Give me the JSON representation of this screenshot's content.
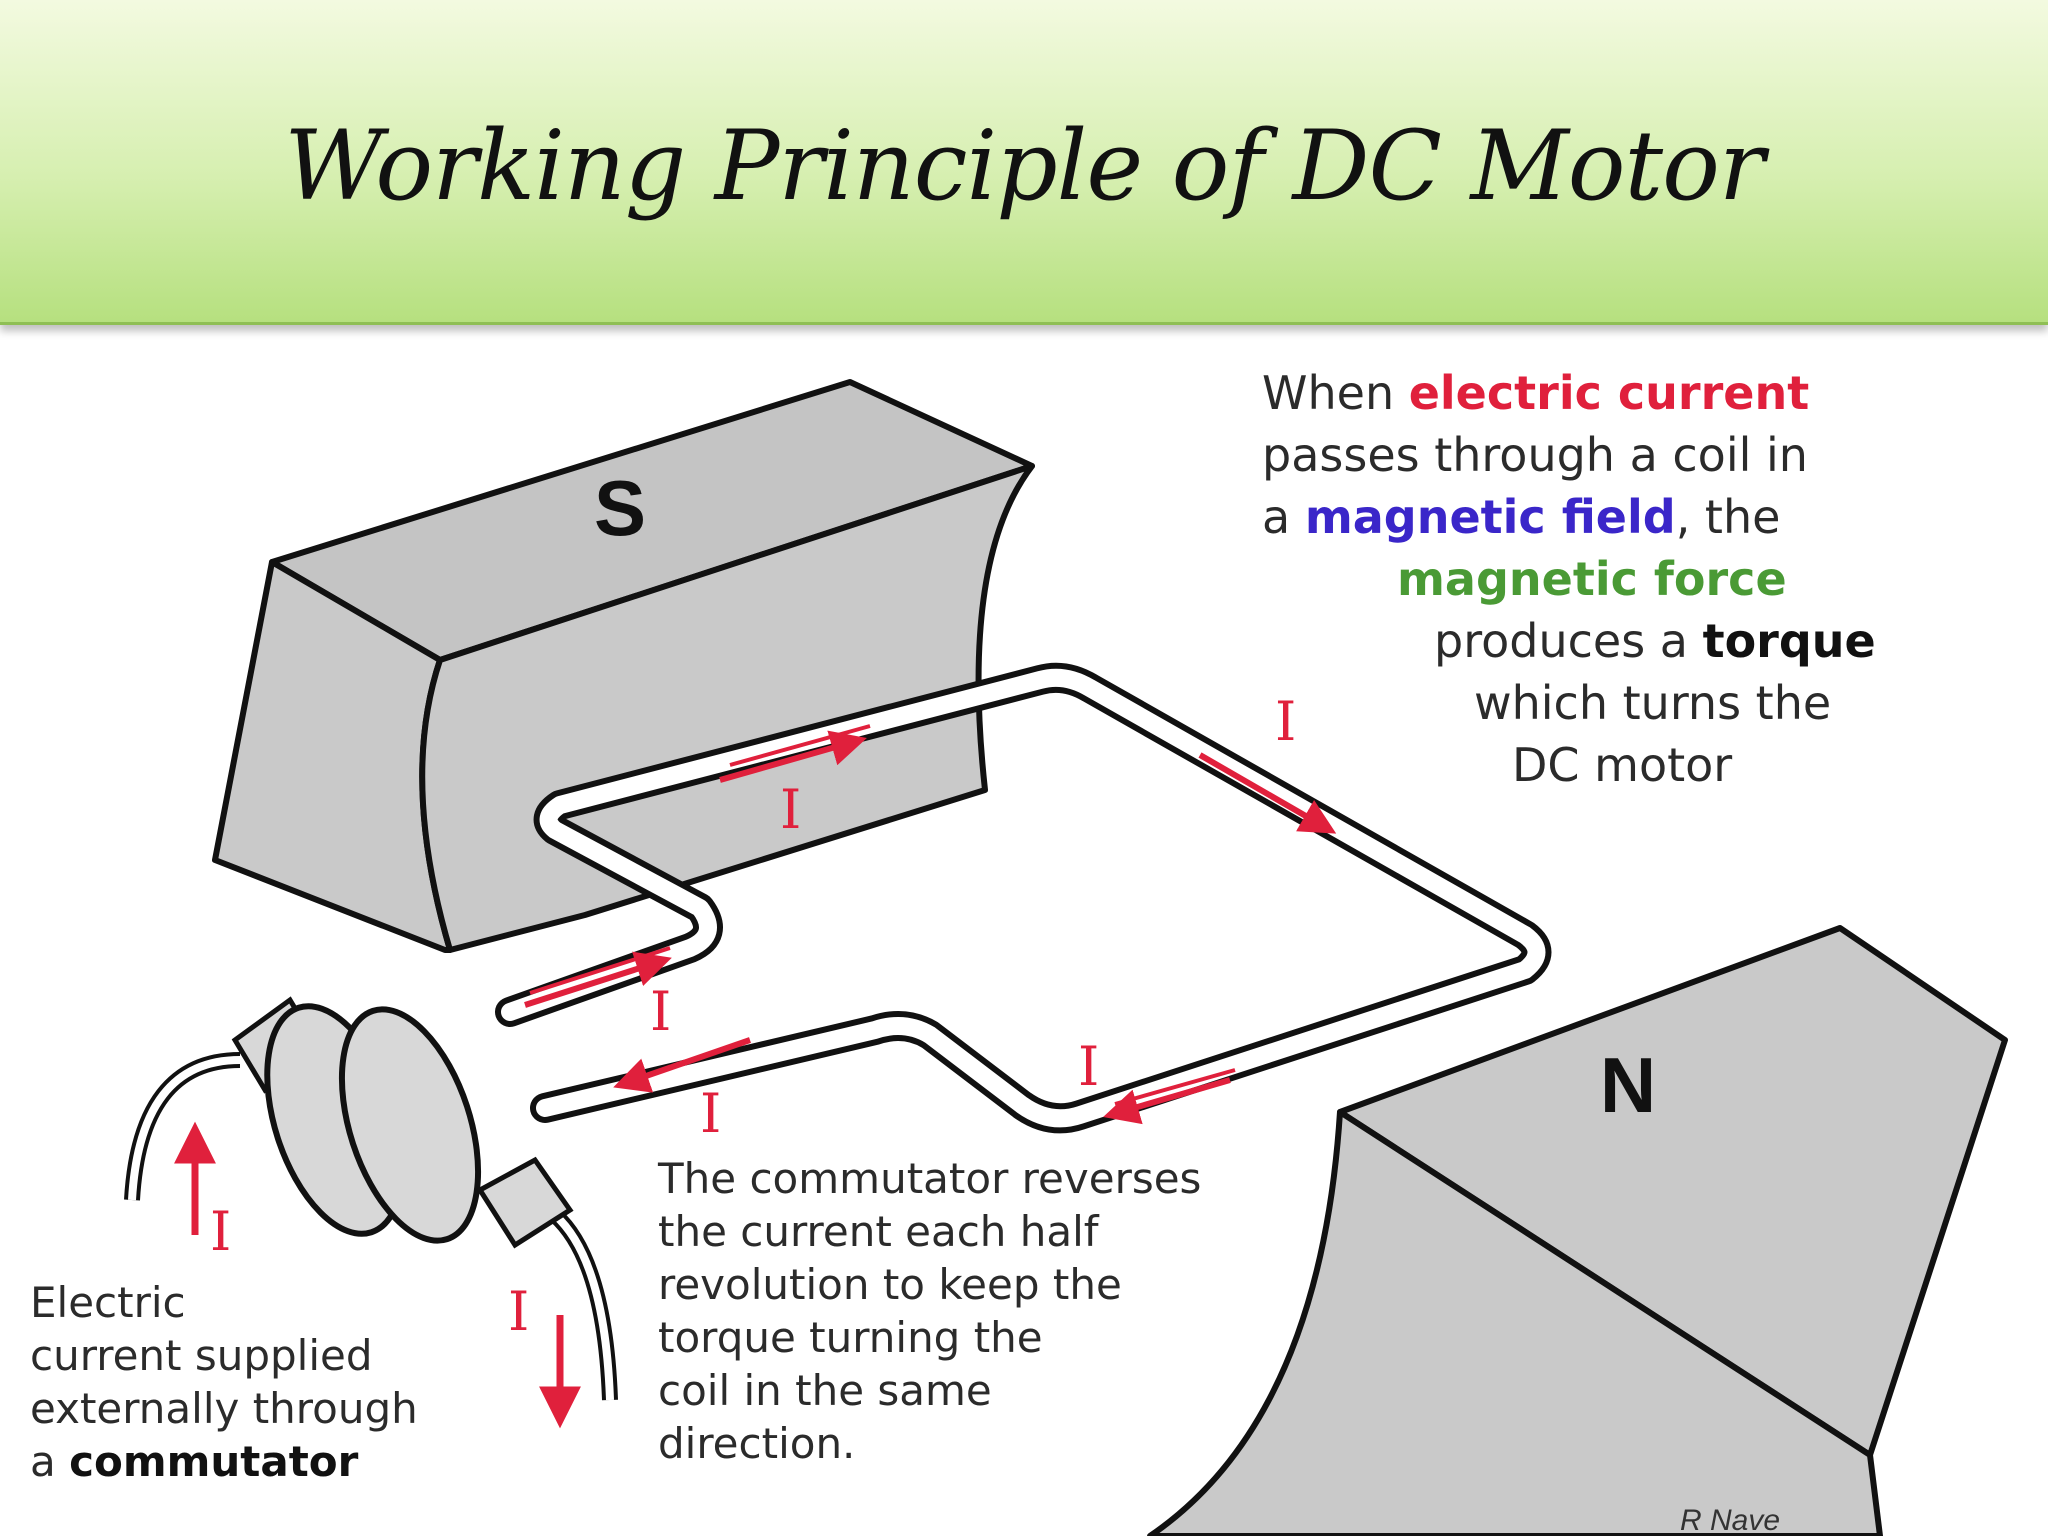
{
  "slide": {
    "title": "Working Principle of DC Motor"
  },
  "diagram": {
    "pole_south": "S",
    "pole_north": "N",
    "current_symbol": "I",
    "credit": "R Nave"
  },
  "explanation": {
    "l1_a": "When ",
    "l1_b": "electric current",
    "l2": "passes through a  coil in",
    "l3_a": "a ",
    "l3_b": "magnetic field",
    "l3_c": ", the",
    "l4": "magnetic force",
    "l5_a": "produces a ",
    "l5_b": "torque",
    "l6": "which turns the",
    "l7": "DC motor"
  },
  "commutator_note": {
    "lines": [
      "The commutator reverses",
      "the current each half",
      "revolution to keep the",
      "torque turning the",
      "coil in the same",
      "direction."
    ]
  },
  "supply_note": {
    "l1": "Electric",
    "l2": "current supplied",
    "l3": "externally through",
    "l4_a": "a ",
    "l4_b": "commutator"
  },
  "colors": {
    "current_arrow": "#e0203c",
    "magnet_fill": "#c9c9c9",
    "banner_green": "#c6e79a"
  }
}
